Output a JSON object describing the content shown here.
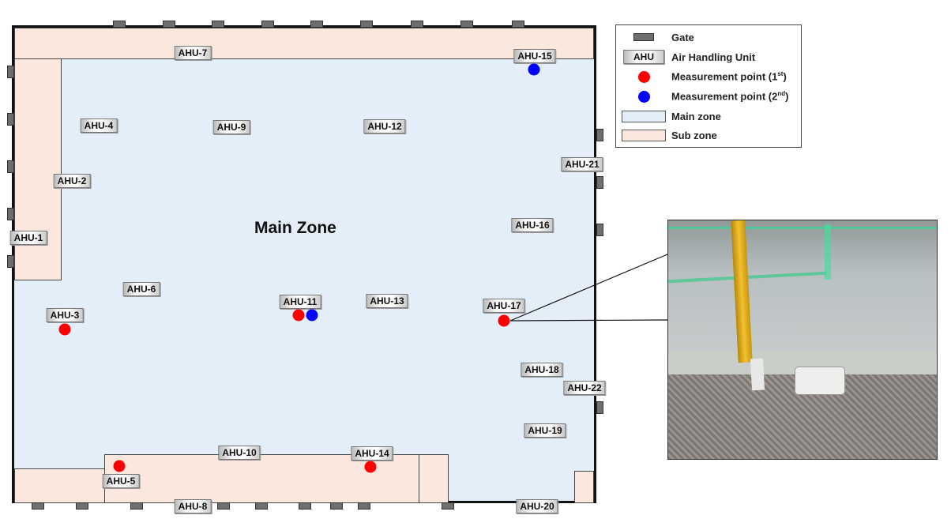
{
  "zone_title": "Main Zone",
  "ahus": [
    "AHU-7",
    "AHU-15",
    "AHU-4",
    "AHU-9",
    "AHU-12",
    "AHU-21",
    "AHU-2",
    "AHU-16",
    "AHU-1",
    "AHU-6",
    "AHU-11",
    "AHU-13",
    "AHU-17",
    "AHU-3",
    "AHU-18",
    "AHU-22",
    "AHU-19",
    "AHU-10",
    "AHU-14",
    "AHU-5",
    "AHU-8",
    "AHU-20"
  ],
  "legend": {
    "gate": "Gate",
    "ahu_symbol": "AHU",
    "ahu": "Air Handling Unit",
    "point1": "Measurement point (1",
    "point1_sup": "st",
    "point2": "Measurement point (2",
    "point2_sup": "nd",
    "close": ")",
    "main_zone": "Main zone",
    "sub_zone": "Sub zone"
  },
  "colors": {
    "main_zone": "#e3eef8",
    "sub_zone": "#fae8df",
    "point1": "#ff0000",
    "point2": "#0000ff"
  }
}
